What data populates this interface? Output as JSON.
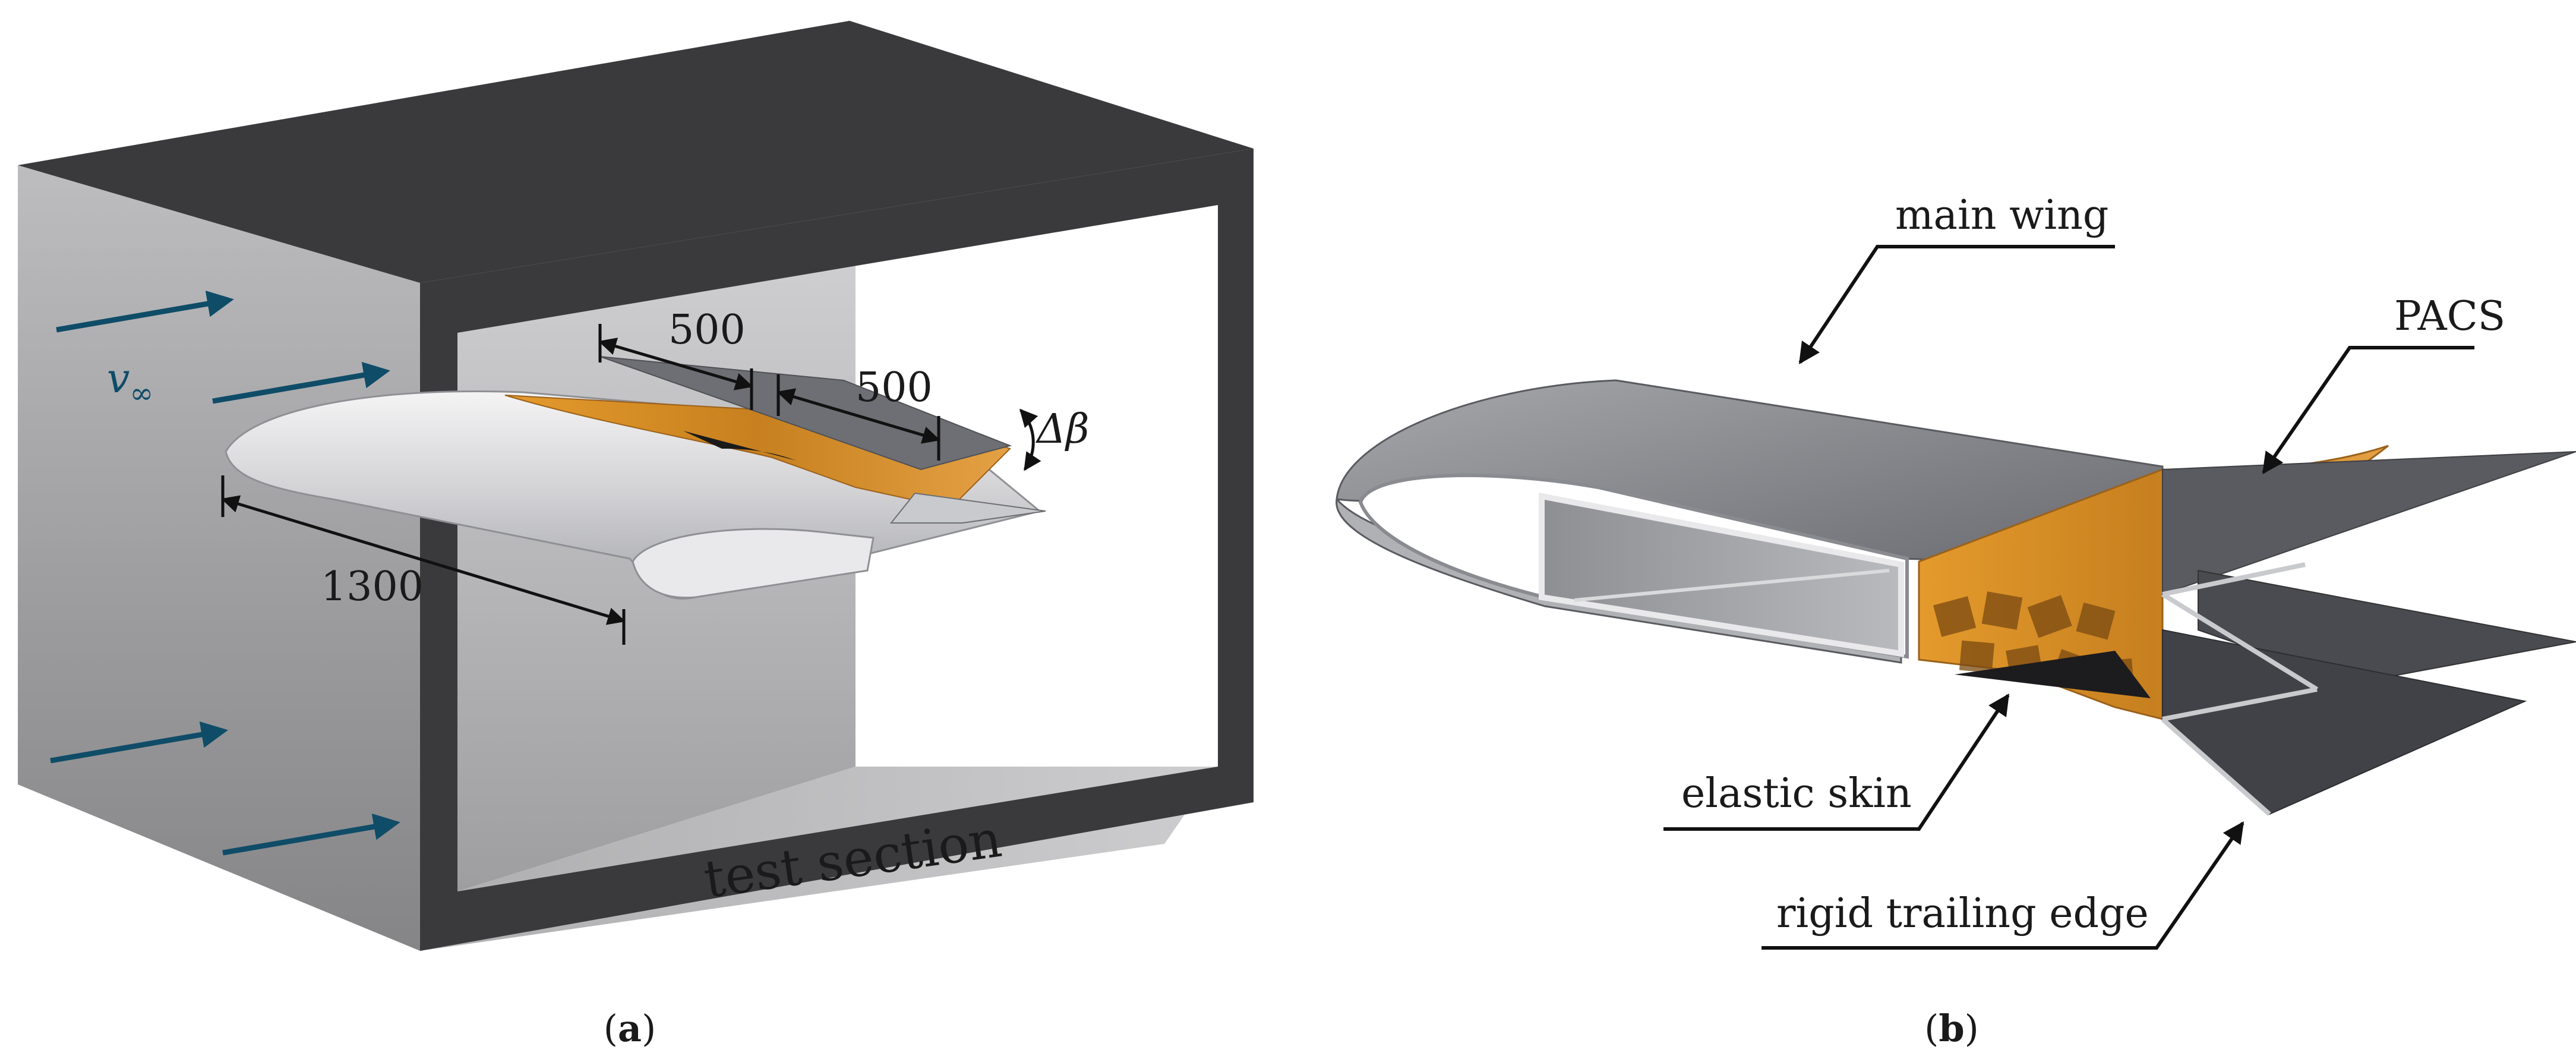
{
  "panel_a": {
    "label": "a",
    "dims": {
      "span_one": "500",
      "span_two": "500",
      "total": "1300"
    },
    "deflection": "Δβ",
    "velocity": {
      "symbol": "v",
      "subscript": "∞"
    },
    "section": "test section"
  },
  "panel_b": {
    "label": "b",
    "callouts": {
      "main_wing": "main wing",
      "pacs": "PACS",
      "elastic_skin": "elastic skin",
      "rigid_trailing_edge": "rigid trailing edge"
    }
  },
  "colors": {
    "tunnel_frame": "#3a3a3d",
    "flow_arrow": "#0f4c68",
    "pacs_orange": "#d58a22",
    "wing_grey": "#8c8d91",
    "trailing_dark": "#4a4b50"
  }
}
